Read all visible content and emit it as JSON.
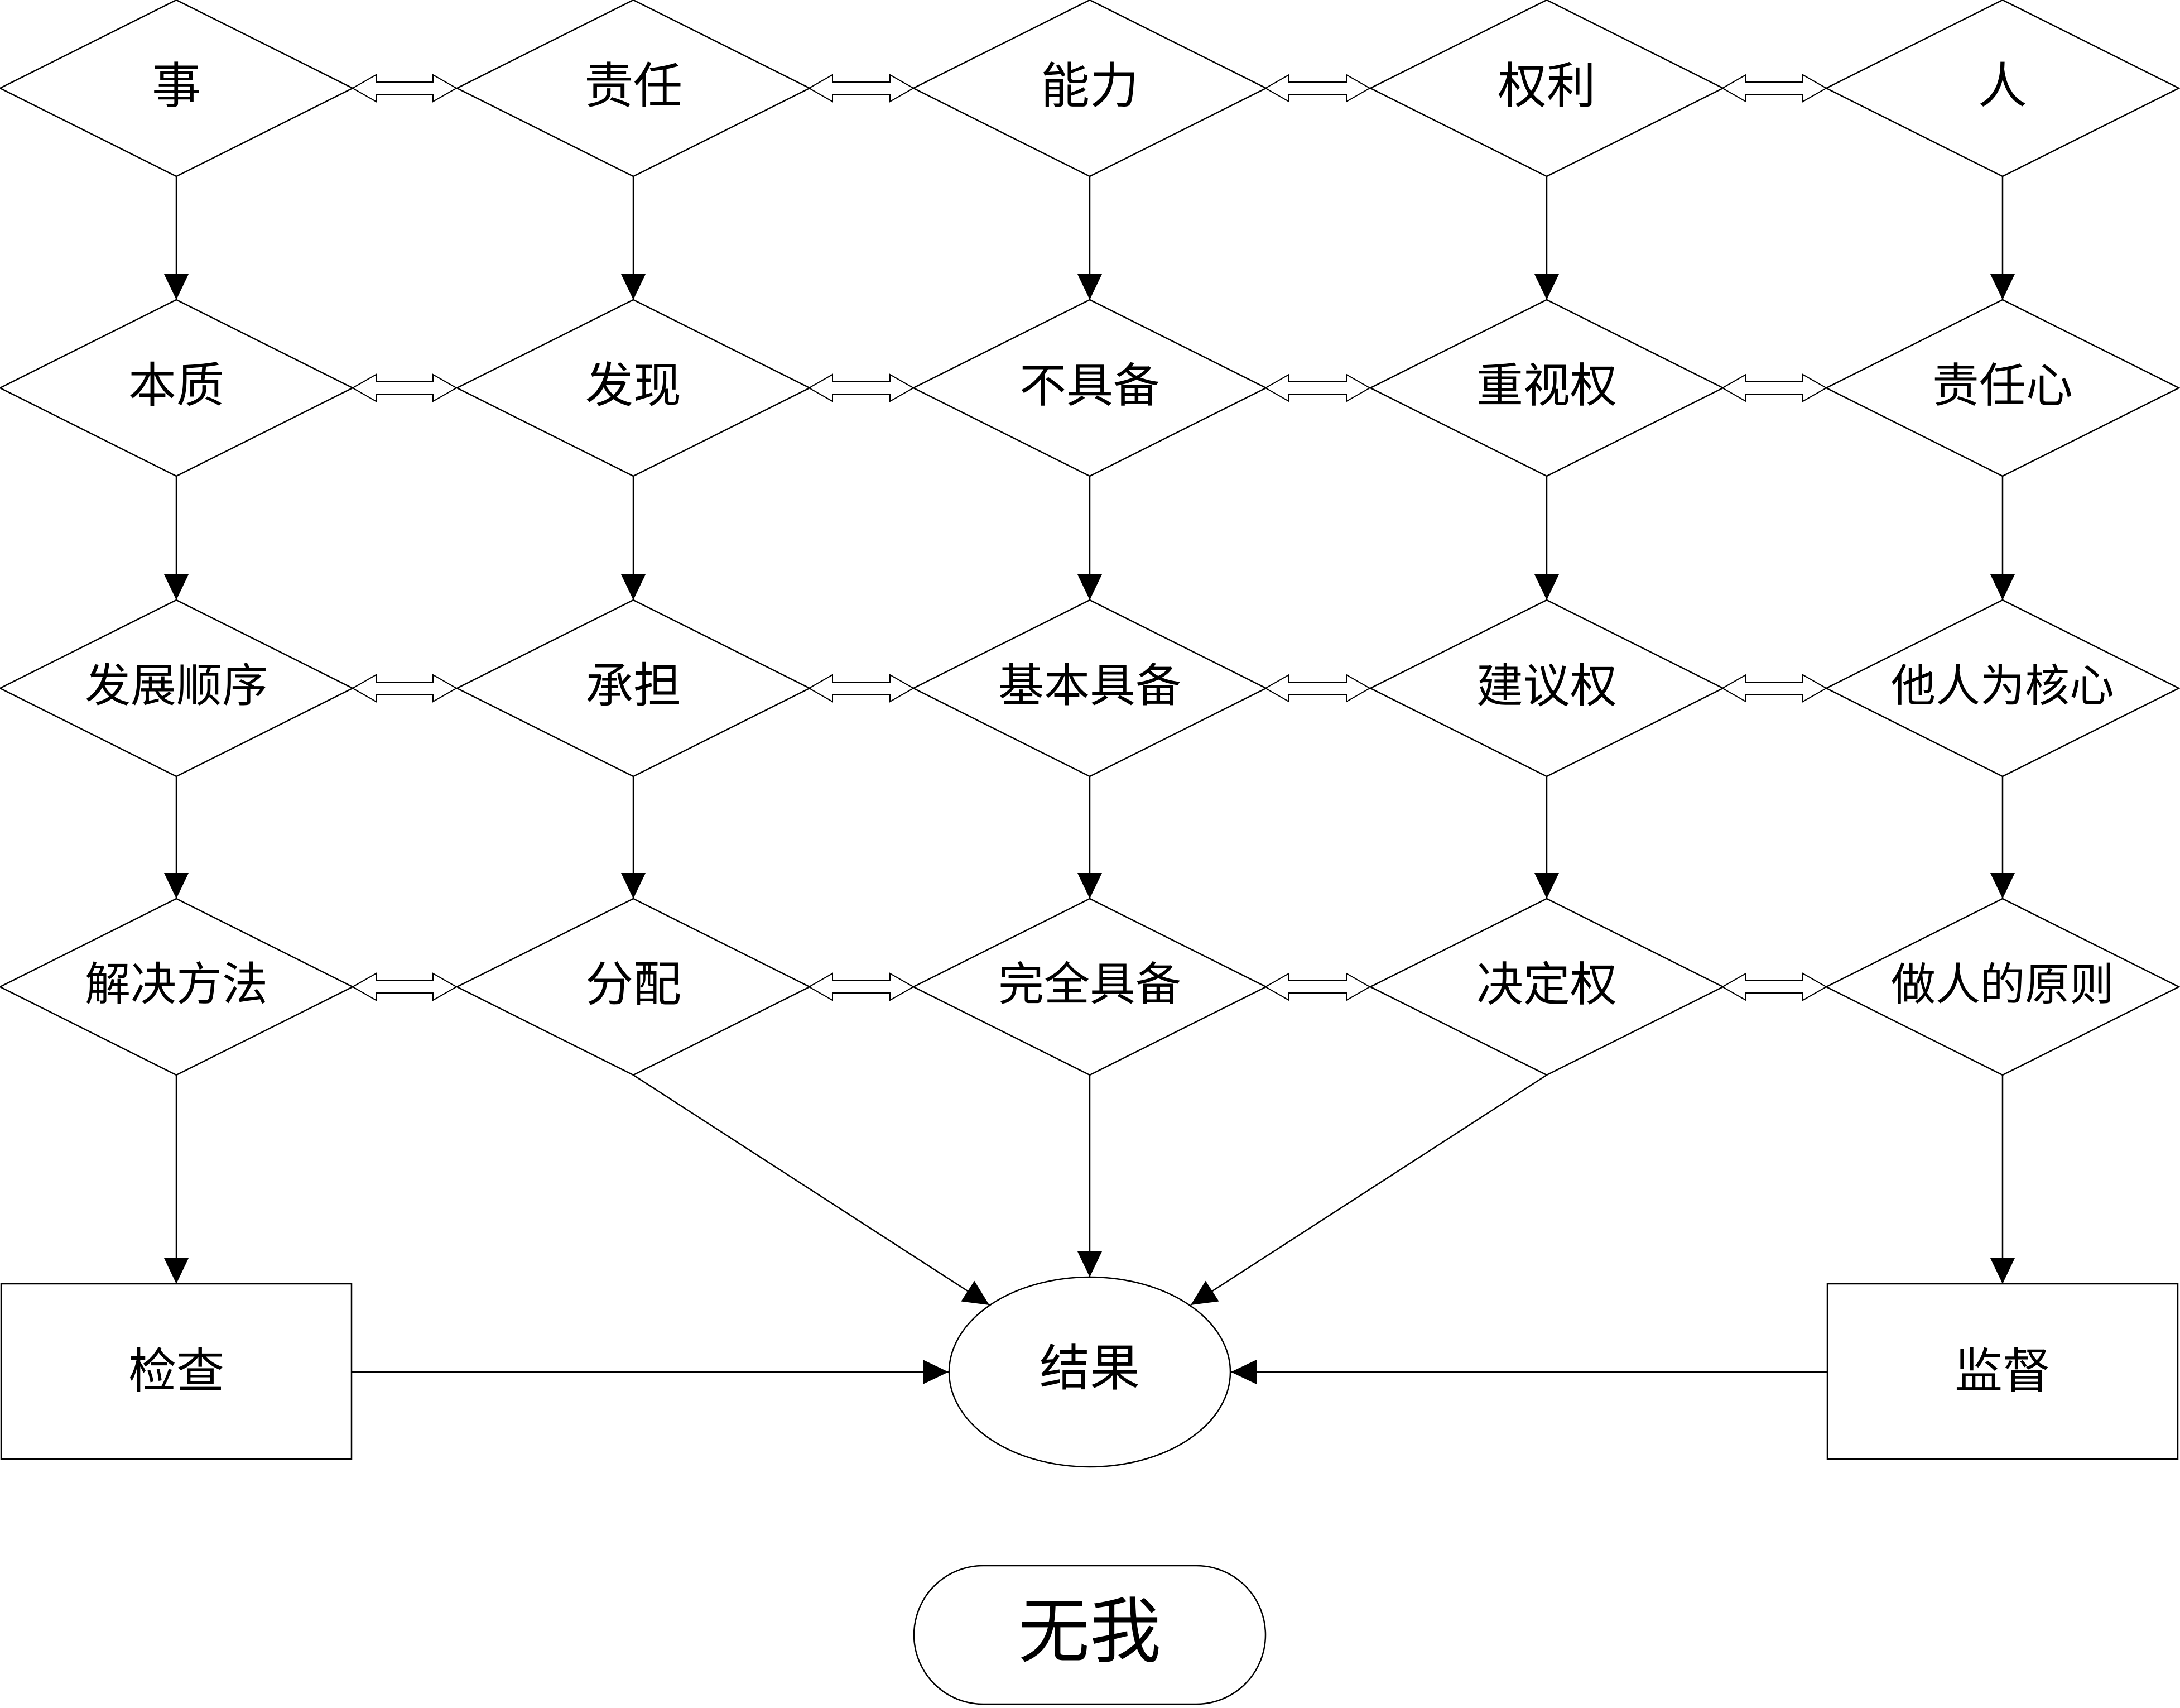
{
  "columns": [
    {
      "header": "事",
      "rows": [
        "本质",
        "发展顺序",
        "解决方法"
      ],
      "terminal": "检查"
    },
    {
      "header": "责任",
      "rows": [
        "发现",
        "承担",
        "分配"
      ]
    },
    {
      "header": "能力",
      "rows": [
        "不具备",
        "基本具备",
        "完全具备"
      ]
    },
    {
      "header": "权利",
      "rows": [
        "重视权",
        "建议权",
        "决定权"
      ]
    },
    {
      "header": "人",
      "rows": [
        "责任心",
        "他人为核心",
        "做人的原则"
      ],
      "terminal": "监督"
    }
  ],
  "result": "结果",
  "footer": "无我",
  "colors": {
    "stroke": "#000000",
    "fill": "#ffffff",
    "text": "#000000"
  }
}
